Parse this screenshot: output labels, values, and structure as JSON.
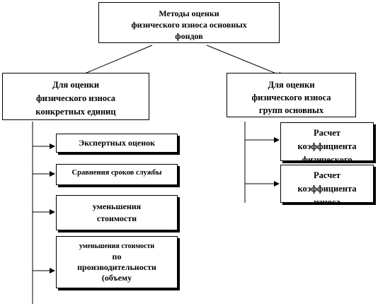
{
  "root": {
    "lines": [
      "Методы оценки",
      "физического износа основных",
      "фондов"
    ]
  },
  "left_branch": {
    "lines": [
      "Для оценки",
      "физического износа",
      "конкретных единиц"
    ],
    "items": [
      {
        "lines": [
          "Экспертных оценок"
        ]
      },
      {
        "lines": [
          "Сравнения сроков службы"
        ]
      },
      {
        "lines": [
          "уменьшения",
          "стоимости"
        ]
      },
      {
        "lines": [
          "уменьшения стоимости",
          "по",
          "производительности",
          "(объему"
        ]
      }
    ]
  },
  "right_branch": {
    "lines": [
      "Для оценки",
      "физического износа",
      "групп основных"
    ],
    "items": [
      {
        "lines": [
          "Расчет",
          "коэффициента",
          "физического"
        ]
      },
      {
        "lines": [
          "Расчет",
          "коэффициента",
          "износа"
        ]
      }
    ]
  }
}
